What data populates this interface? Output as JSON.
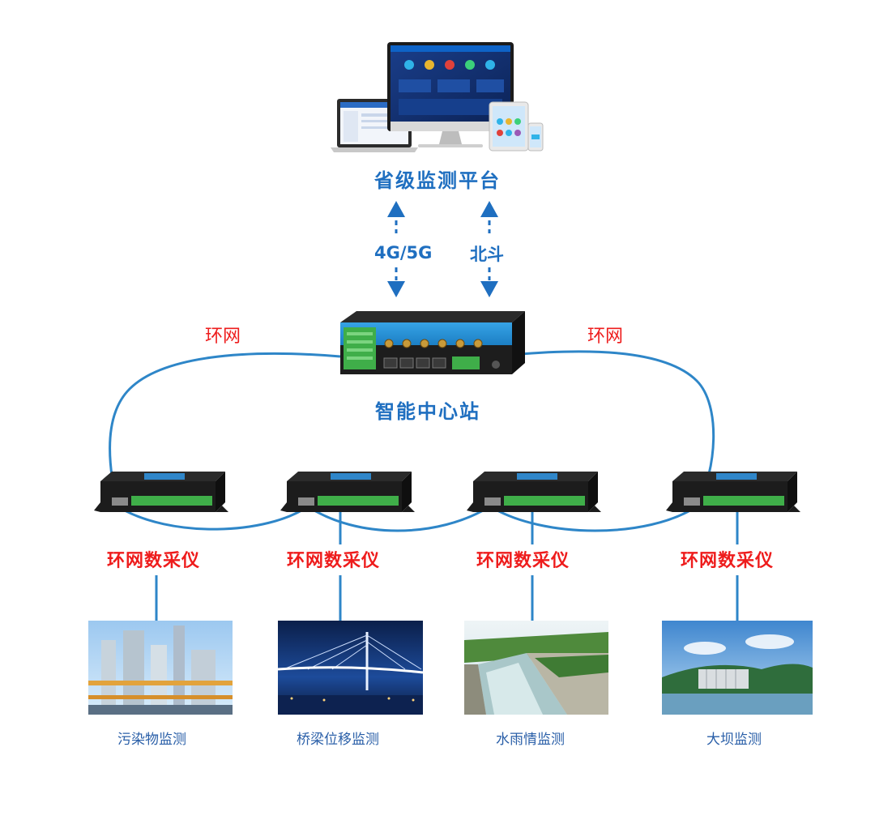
{
  "platform": {
    "title": "省级监测平台"
  },
  "links": {
    "cellular": "4G/5G",
    "beidou": "北斗"
  },
  "hub": {
    "title": "智能中心站"
  },
  "ring": {
    "left_label": "环网",
    "right_label": "环网"
  },
  "collectors": [
    {
      "label": "环网数采仪"
    },
    {
      "label": "环网数采仪"
    },
    {
      "label": "环网数采仪"
    },
    {
      "label": "环网数采仪"
    }
  ],
  "scenes": [
    {
      "caption": "污染物监测",
      "icon": "chemical-plant-photo"
    },
    {
      "caption": "桥梁位移监测",
      "icon": "bridge-photo"
    },
    {
      "caption": "水雨情监测",
      "icon": "water-channel-photo"
    },
    {
      "caption": "大坝监测",
      "icon": "dam-photo"
    }
  ],
  "colors": {
    "accent_blue": "#1f6fc0",
    "ring_line": "#2e86c8",
    "ring_text": "#ee1c1c"
  }
}
